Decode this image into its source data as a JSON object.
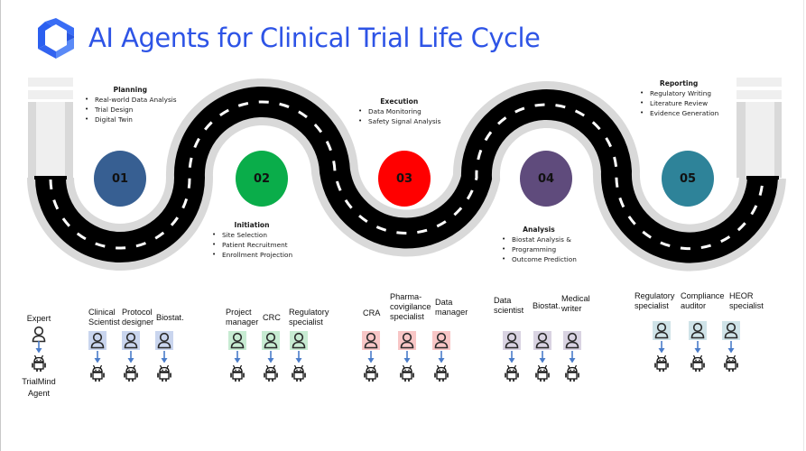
{
  "header": {
    "title": "AI Agents for Clinical Trial Life Cycle",
    "logo_icon": "cube-logo-icon",
    "title_color": "#2e54e6"
  },
  "stages": [
    {
      "number": "01",
      "title": "Planning",
      "color": "#375f92",
      "items": [
        "Real-world Data Analysis",
        "Trial Design",
        "Digital Twin"
      ]
    },
    {
      "number": "02",
      "title": "Initiation",
      "color": "#0aad4a",
      "items": [
        "Site Selection",
        "Patient Recruitment",
        "Enrollment Projection"
      ]
    },
    {
      "number": "03",
      "title": "Execution",
      "color": "#ff0000",
      "items": [
        "Data Monitoring",
        "Safety Signal Analysis"
      ]
    },
    {
      "number": "04",
      "title": "Analysis",
      "color": "#5f4b7c",
      "items": [
        "Biostat Analysis &",
        "Programming",
        "Outcome Prediction"
      ]
    },
    {
      "number": "05",
      "title": "Reporting",
      "color": "#2e8399",
      "items": [
        "Regulatory Writing",
        "Literature Review",
        "Evidence Generation"
      ]
    }
  ],
  "legend": {
    "expert_label": "Expert",
    "agent_label_line1": "TrialMind",
    "agent_label_line2": "Agent",
    "expert_icon": "person-icon",
    "agent_icon": "robot-icon"
  },
  "role_groups": [
    {
      "stage": "01",
      "box_color": "#c9d5ee",
      "roles": [
        {
          "line1": "Clinical",
          "line2": "Scientist"
        },
        {
          "line1": "Protocol",
          "line2": "designer"
        },
        {
          "line1": "Biostat.",
          "line2": ""
        }
      ]
    },
    {
      "stage": "02",
      "box_color": "#c7ebd2",
      "roles": [
        {
          "line1": "Project",
          "line2": "manager"
        },
        {
          "line1": "CRC",
          "line2": ""
        },
        {
          "line1": "Regulatory",
          "line2": "specialist"
        }
      ]
    },
    {
      "stage": "03",
      "box_color": "#f8c6c6",
      "roles": [
        {
          "line1": "CRA",
          "line2": ""
        },
        {
          "line1": "Pharma-",
          "line2": "covigilance",
          "line3": "specialist"
        },
        {
          "line1": "Data",
          "line2": "manager"
        }
      ]
    },
    {
      "stage": "04",
      "box_color": "#d9d3e2",
      "roles": [
        {
          "line1": "Data",
          "line2": "scientist"
        },
        {
          "line1": "Biostat.",
          "line2": ""
        },
        {
          "line1": "Medical",
          "line2": "writer"
        }
      ]
    },
    {
      "stage": "05",
      "box_color": "#cfe3e8",
      "roles": [
        {
          "line1": "Regulatory",
          "line2": "specialist"
        },
        {
          "line1": "Compliance",
          "line2": "auditor"
        },
        {
          "line1": "HEOR",
          "line2": "specialist"
        }
      ]
    }
  ]
}
